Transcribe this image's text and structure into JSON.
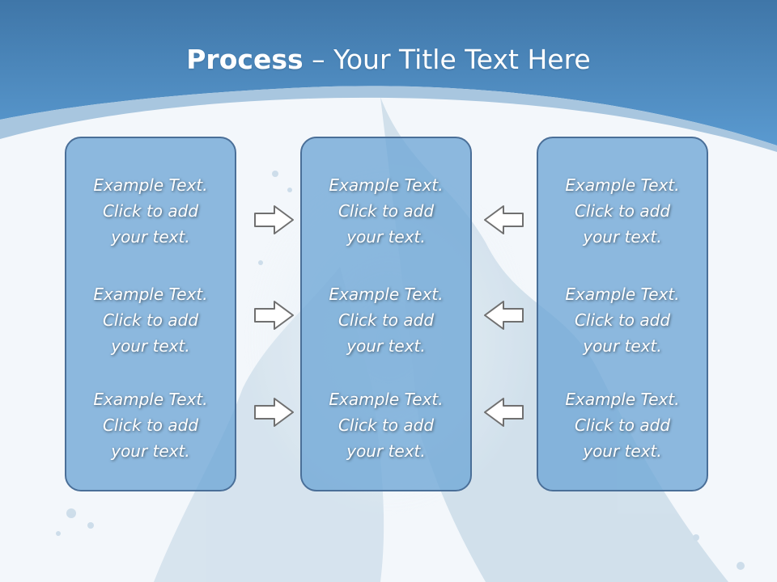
{
  "title": {
    "bold": "Process",
    "rest": " – Your Title Text Here"
  },
  "columns": [
    {
      "blocks": [
        {
          "line1": "Example Text.",
          "line2": "Click  to add",
          "line3": "your text."
        },
        {
          "line1": "Example Text.",
          "line2": "Click  to add",
          "line3": "your text."
        },
        {
          "line1": "Example Text.",
          "line2": "Click  to add",
          "line3": "your text."
        }
      ]
    },
    {
      "blocks": [
        {
          "line1": "Example Text.",
          "line2": "Click  to add",
          "line3": "your text."
        },
        {
          "line1": "Example Text.",
          "line2": "Click  to add",
          "line3": "your text."
        },
        {
          "line1": "Example Text.",
          "line2": "Click  to add",
          "line3": "your text."
        }
      ]
    },
    {
      "blocks": [
        {
          "line1": "Example Text.",
          "line2": "Click  to add",
          "line3": "your text."
        },
        {
          "line1": "Example Text.",
          "line2": "Click  to add",
          "line3": "your text."
        },
        {
          "line1": "Example Text.",
          "line2": "Click  to add",
          "line3": "your text."
        }
      ]
    }
  ],
  "arrows": {
    "left_set": "arrow-right-icon",
    "right_set": "arrow-left-icon"
  },
  "colors": {
    "header": "#4b85b8",
    "box_fill": "#7fb1dc",
    "box_border": "#4a6f98",
    "arrow_fill": "#ffffff",
    "arrow_stroke": "#707070"
  }
}
